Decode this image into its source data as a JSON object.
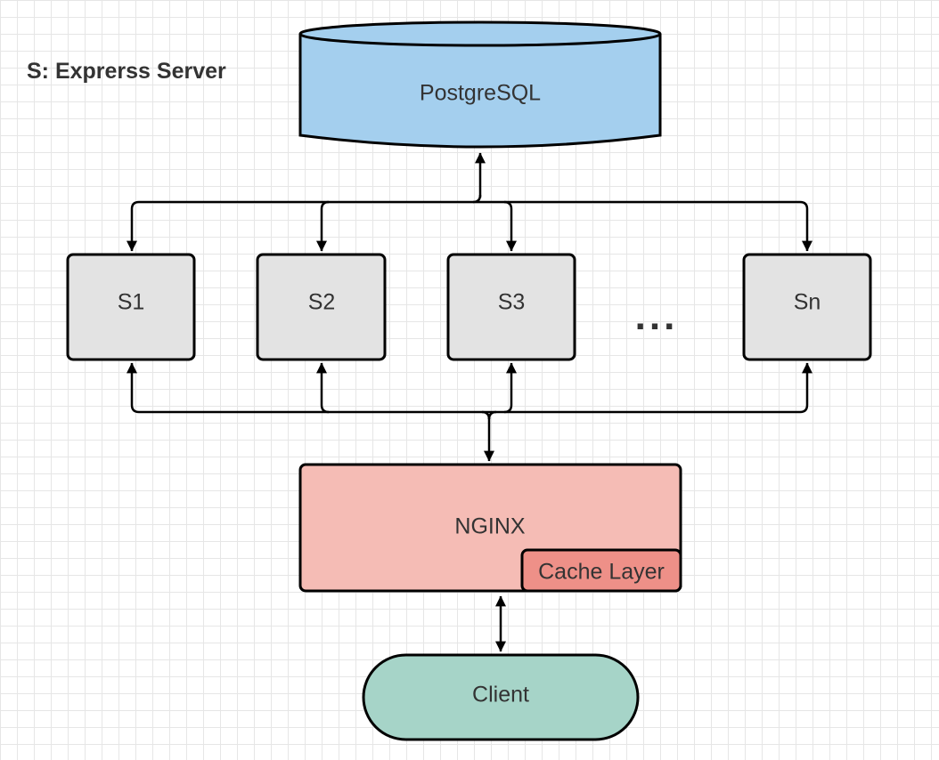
{
  "legend": {
    "text": "S: Exprerss Server"
  },
  "nodes": {
    "database": {
      "label": "PostgreSQL",
      "fill": "#a4cfee"
    },
    "servers": [
      {
        "label": "S1"
      },
      {
        "label": "S2"
      },
      {
        "label": "S3"
      },
      {
        "label": "Sn"
      }
    ],
    "server_fill": "#e3e3e3",
    "ellipsis": "...",
    "proxy": {
      "label": "NGINX",
      "fill": "#f5bcb5"
    },
    "cache": {
      "label": "Cache Layer",
      "fill": "#ee9088"
    },
    "client": {
      "label": "Client",
      "fill": "#a6d4c8"
    }
  },
  "colors": {
    "stroke": "#000000",
    "text": "#333333"
  }
}
